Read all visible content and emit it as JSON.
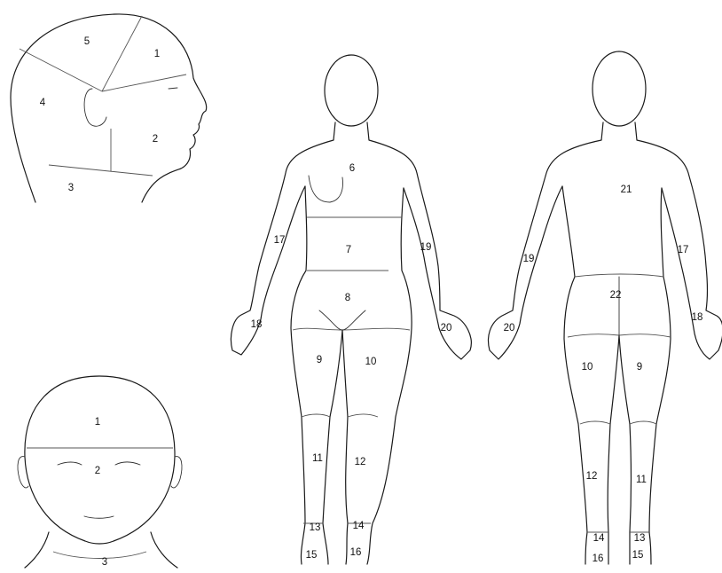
{
  "side_head": {
    "regions": [
      "5",
      "1",
      "4",
      "2",
      "3"
    ]
  },
  "front_head": {
    "regions": [
      "1",
      "2",
      "3"
    ]
  },
  "front_body": {
    "regions": [
      "6",
      "7",
      "8",
      "9",
      "10",
      "11",
      "12",
      "13",
      "14",
      "15",
      "16",
      "17",
      "18",
      "19",
      "20"
    ]
  },
  "back_body": {
    "regions": [
      "21",
      "22",
      "17",
      "18",
      "19",
      "20",
      "10",
      "9",
      "12",
      "11",
      "14",
      "13",
      "16",
      "15"
    ]
  }
}
